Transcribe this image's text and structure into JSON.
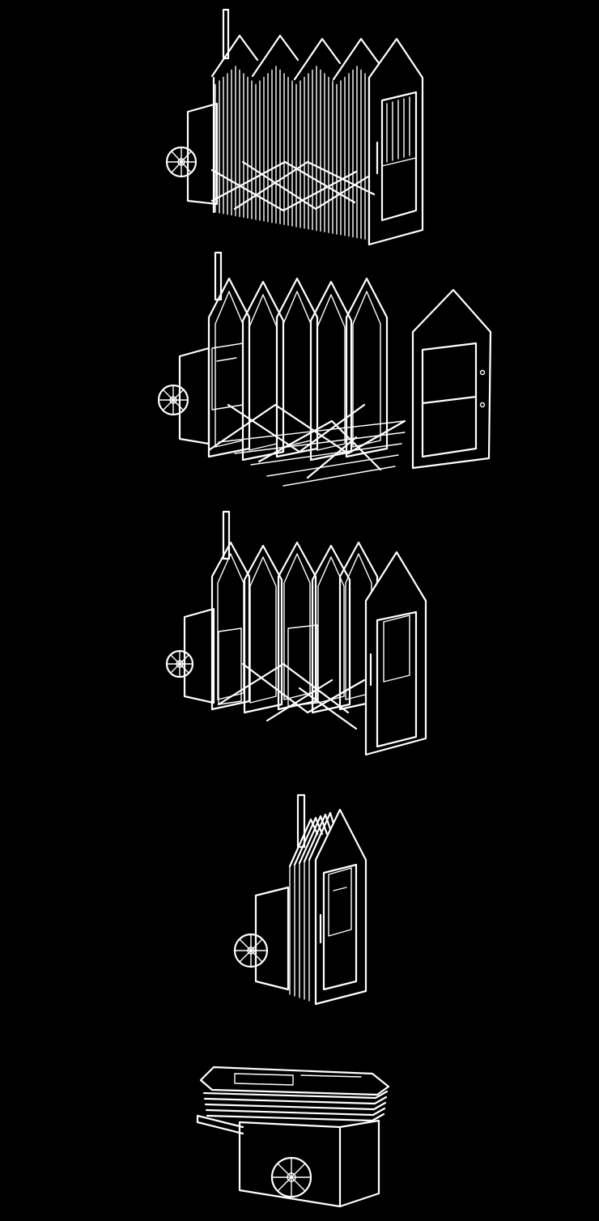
{
  "background_color": "#000000",
  "line_color": "#ffffff",
  "stages": [
    {
      "id": "stage-1",
      "state": "fully-collapsed",
      "frame_count": 5
    },
    {
      "id": "stage-2",
      "state": "fully-expanded",
      "frame_count": 6
    },
    {
      "id": "stage-3",
      "state": "partially-expanded",
      "frame_count": 5
    },
    {
      "id": "stage-4",
      "state": "compact-closed",
      "frame_count": 5
    },
    {
      "id": "stage-5",
      "state": "folded-cart",
      "frame_count": 5
    }
  ]
}
